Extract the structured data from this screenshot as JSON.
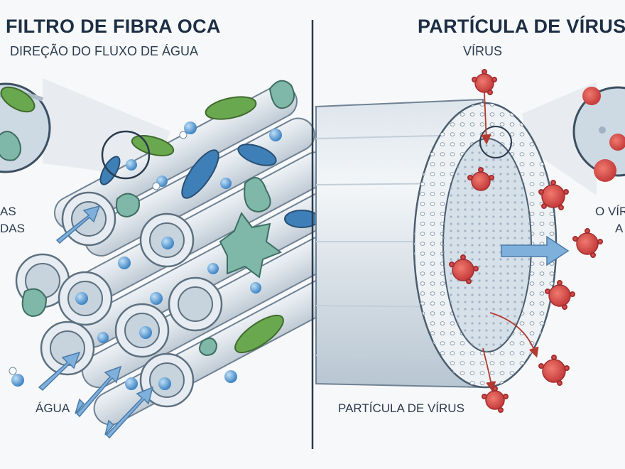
{
  "left_panel": {
    "title": "FILTRO DE FIBRA OCA",
    "subtitle": "DIREÇÃO DO FLUXO DE ÁGUA",
    "callout_fragment_1": "AS",
    "callout_fragment_2": "DAS",
    "water_label": "ÁGUA"
  },
  "right_panel": {
    "title": "PARTÍCULA DE VÍRUS",
    "virus_label": "VÍRUS",
    "particle_label": "PARTÍCULA DE VÍRUS",
    "callout_fragment_1": "O VÍR",
    "callout_fragment_2": "A"
  },
  "colors": {
    "background": "#f7f8f9",
    "fiber": "#dfe6ec",
    "fiber_outline": "#6f8294",
    "bacteria_green": "#6aa84f",
    "bacteria_blue": "#3f7fb8",
    "virus_red": "#d94a4a",
    "arrow_blue": "#7fb0dc",
    "divider": "#2a3b4d"
  }
}
